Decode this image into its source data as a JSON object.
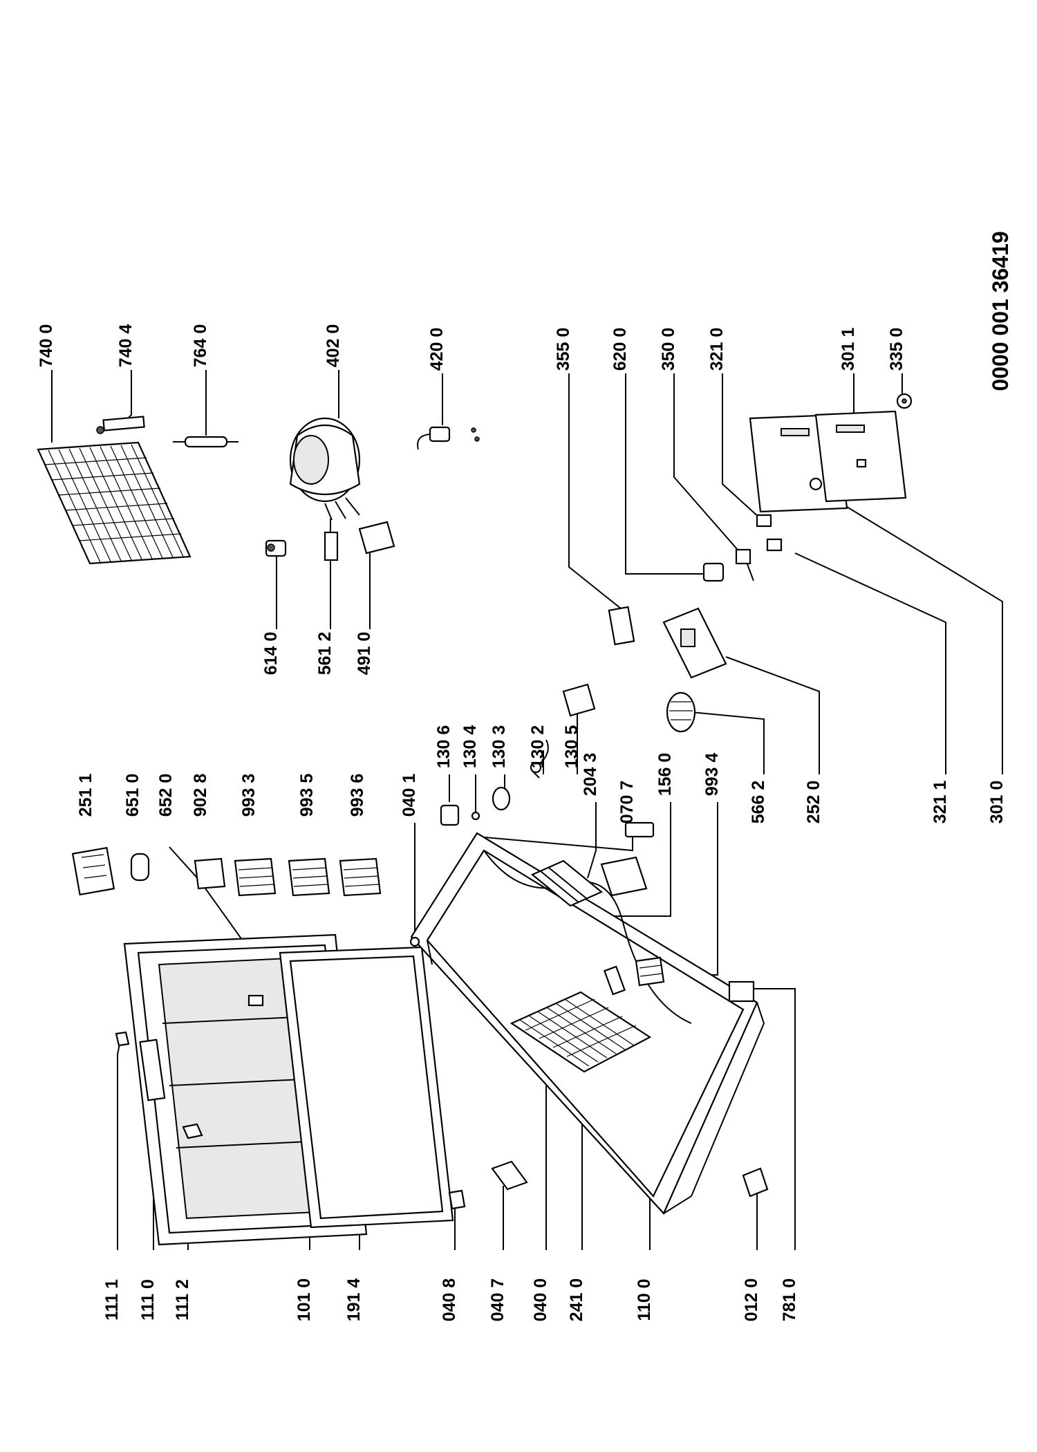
{
  "document_number": "0000 001 36419",
  "labels": {
    "left": [
      {
        "id": "1111",
        "text": "111 1"
      },
      {
        "id": "1110",
        "text": "111 0"
      },
      {
        "id": "1112",
        "text": "111 2"
      },
      {
        "id": "1010",
        "text": "101 0"
      },
      {
        "id": "1914",
        "text": "191 4"
      },
      {
        "id": "0408",
        "text": "040 8"
      },
      {
        "id": "0407",
        "text": "040 7"
      },
      {
        "id": "0400",
        "text": "040 0"
      },
      {
        "id": "2410",
        "text": "241 0"
      },
      {
        "id": "1100",
        "text": "110 0"
      },
      {
        "id": "0120",
        "text": "012 0"
      },
      {
        "id": "7810",
        "text": "781 0"
      }
    ],
    "mid": [
      {
        "id": "2511",
        "text": "251 1"
      },
      {
        "id": "6510",
        "text": "651 0"
      },
      {
        "id": "6520",
        "text": "652 0"
      },
      {
        "id": "9028",
        "text": "902 8"
      },
      {
        "id": "9933",
        "text": "993 3"
      },
      {
        "id": "9935",
        "text": "993 5"
      },
      {
        "id": "9936",
        "text": "993 6"
      },
      {
        "id": "0401",
        "text": "040 1"
      },
      {
        "id": "1306",
        "text": "130 6"
      },
      {
        "id": "1304",
        "text": "130 4"
      },
      {
        "id": "1303",
        "text": "130 3"
      },
      {
        "id": "1302",
        "text": "130 2"
      },
      {
        "id": "1305",
        "text": "130 5"
      },
      {
        "id": "2043",
        "text": "204 3"
      },
      {
        "id": "0707",
        "text": "070 7"
      },
      {
        "id": "1560",
        "text": "156 0"
      },
      {
        "id": "9934",
        "text": "993 4"
      },
      {
        "id": "5662",
        "text": "566 2"
      },
      {
        "id": "2520",
        "text": "252 0"
      },
      {
        "id": "6140",
        "text": "614 0"
      },
      {
        "id": "5612",
        "text": "561 2"
      },
      {
        "id": "4910",
        "text": "491 0"
      },
      {
        "id": "3211",
        "text": "321 1"
      },
      {
        "id": "3010",
        "text": "301 0"
      }
    ],
    "right": [
      {
        "id": "7400",
        "text": "740 0"
      },
      {
        "id": "7404",
        "text": "740 4"
      },
      {
        "id": "7640",
        "text": "764 0"
      },
      {
        "id": "4020",
        "text": "402 0"
      },
      {
        "id": "4200",
        "text": "420 0"
      },
      {
        "id": "3550",
        "text": "355 0"
      },
      {
        "id": "6200",
        "text": "620 0"
      },
      {
        "id": "3500",
        "text": "350 0"
      },
      {
        "id": "3210",
        "text": "321 0"
      },
      {
        "id": "3011",
        "text": "301 1"
      },
      {
        "id": "3350",
        "text": "335 0"
      }
    ]
  }
}
